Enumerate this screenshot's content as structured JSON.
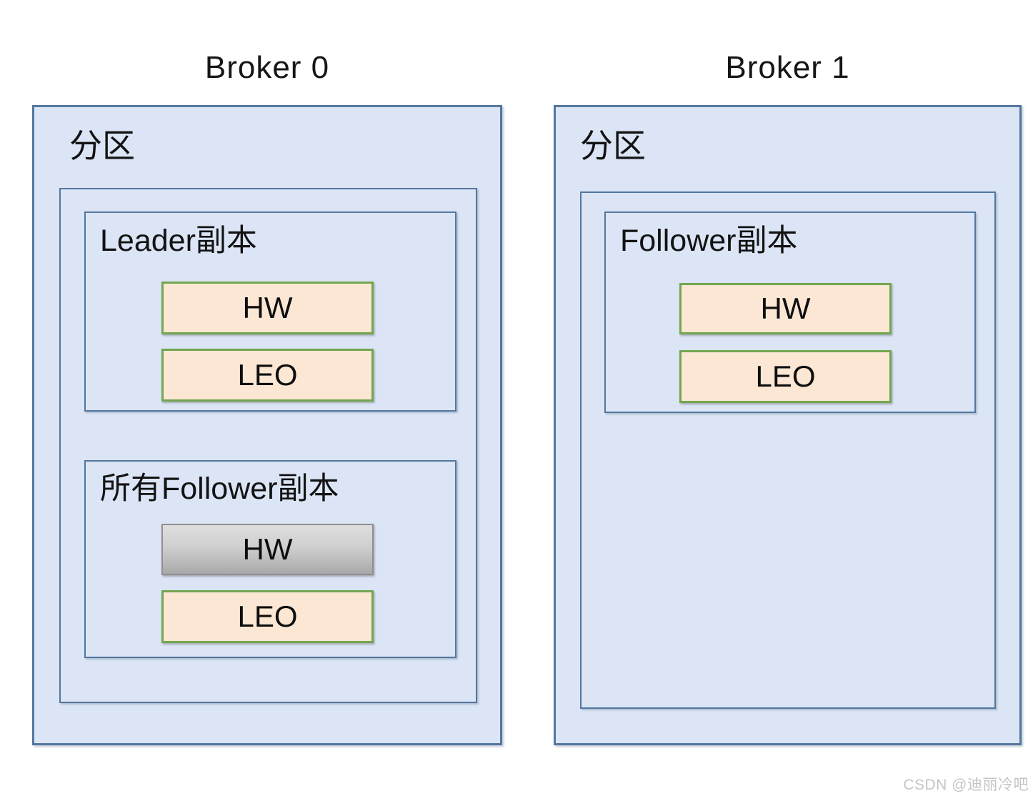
{
  "colors": {
    "panel_fill": "#dbe5f5",
    "panel_border": "#54779f",
    "chip_fill": "#fbe7d3",
    "chip_border": "#73a650",
    "gray_chip_top": "#dedede",
    "gray_chip_bottom": "#a9a9a9",
    "gray_chip_border": "#8f8f8f",
    "watermark_color": "#c5c5c5"
  },
  "brokers": [
    {
      "title": "Broker 0",
      "partition_label": "分区",
      "replica_groups": [
        {
          "label": "Leader副本",
          "items": [
            {
              "label": "HW",
              "variant": "highlight"
            },
            {
              "label": "LEO",
              "variant": "highlight"
            }
          ]
        },
        {
          "label": "所有Follower副本",
          "items": [
            {
              "label": "HW",
              "variant": "gray"
            },
            {
              "label": "LEO",
              "variant": "highlight"
            }
          ]
        }
      ]
    },
    {
      "title": "Broker 1",
      "partition_label": "分区",
      "replica_groups": [
        {
          "label": "Follower副本",
          "items": [
            {
              "label": "HW",
              "variant": "highlight"
            },
            {
              "label": "LEO",
              "variant": "highlight"
            }
          ]
        }
      ]
    }
  ],
  "watermark": {
    "text": "CSDN @迪丽冷吧"
  }
}
